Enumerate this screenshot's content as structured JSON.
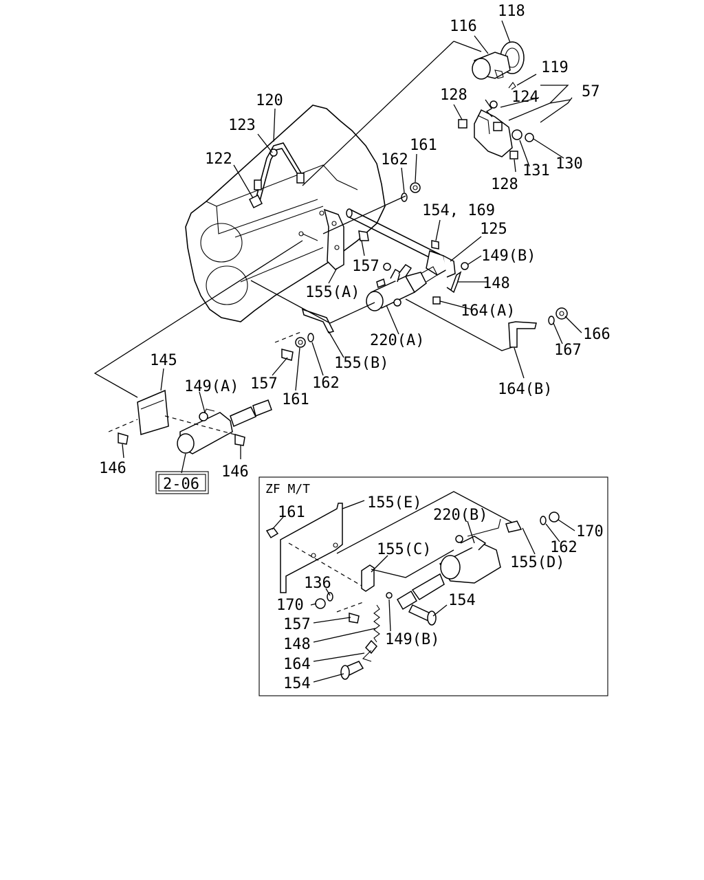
{
  "labels": {
    "l118": "118",
    "l116": "116",
    "l119": "119",
    "l124": "124",
    "l57": "57",
    "l128a": "128",
    "l128b": "128",
    "l131": "131",
    "l130": "130",
    "l120": "120",
    "l123": "123",
    "l122": "122",
    "l162a": "162",
    "l161a": "161",
    "l154_169": "154, 169",
    "l125": "125",
    "l149b": "149(B)",
    "l148": "148",
    "l157a": "157",
    "l155a": "155(A)",
    "l164a": "164(A)",
    "l220a": "220(A)",
    "l166": "166",
    "l167": "167",
    "l164b": "164(B)",
    "l155b": "155(B)",
    "l162b": "162",
    "l161b": "161",
    "l157b": "157",
    "l145": "145",
    "l149a": "149(A)",
    "l146a": "146",
    "l146b": "146",
    "ref": "2-06"
  },
  "inset": {
    "title": "ZF M/T",
    "labels": {
      "l155e": "155(E)",
      "l161": "161",
      "l220b": "220(B)",
      "l170a": "170",
      "l162": "162",
      "l155d": "155(D)",
      "l155c": "155(C)",
      "l136": "136",
      "l170b": "170",
      "l157": "157",
      "l148": "148",
      "l149b": "149(B)",
      "l154a": "154",
      "l164": "164",
      "l154b": "154"
    }
  }
}
